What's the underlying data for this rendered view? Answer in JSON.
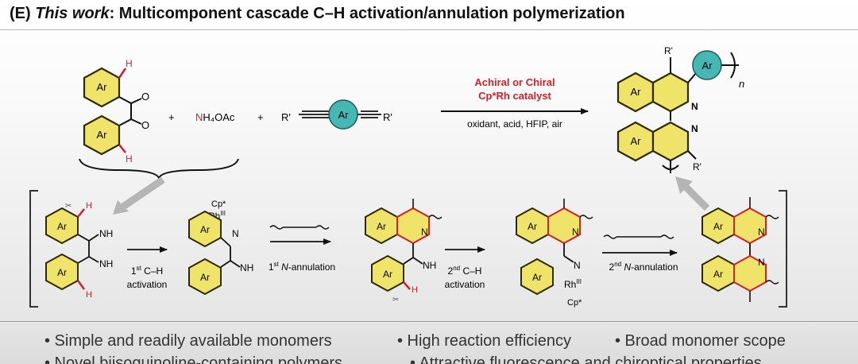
{
  "title": {
    "prefix": "(E) ",
    "italic": "This work",
    "rest": ": Multicomponent cascade C–H activation/annulation polymerization"
  },
  "reaction": {
    "reagent_ammonium_N": "N",
    "reagent_ammonium_rest": "H₄OAc",
    "plus1": "+",
    "plus2": "+",
    "catalyst_line1": "Achiral or Chiral",
    "catalyst_line2": "Cp*Rh catalyst",
    "conditions": "oxidant, acid, HFIP, air",
    "substituent": "R'",
    "repeat_n": "n"
  },
  "labels": {
    "ar": "Ar",
    "h": "H",
    "o": "O",
    "n": "N",
    "nh": "NH",
    "cp": "Cp*",
    "rh": "Rh",
    "rh_ox": "III"
  },
  "mechanism": {
    "step1_a": "1",
    "step1_sup": "st",
    "step1_b": " C–H",
    "step1_c": "activation",
    "step2_a": "1",
    "step2_sup": "st",
    "step2_b": " ",
    "step2_c": "N",
    "step2_d": "-annulation",
    "step3_a": "2",
    "step3_sup": "nd",
    "step3_b": " C–H",
    "step3_c": "activation",
    "step4_a": "2",
    "step4_sup": "nd",
    "step4_b": " ",
    "step4_c": "N",
    "step4_d": "-annulation"
  },
  "bullets": [
    "• Simple and readily available monomers",
    "• High reaction efficiency",
    "• Broad monomer scope",
    "• Novel biisoquinoline-containing polymers",
    "• Attractive fluorescence and chiroptical properties"
  ],
  "colors": {
    "ring_fill": "#efe36a",
    "ring_stroke": "#3b3400",
    "accent_red": "#d31f26",
    "teal": "#46b7b5",
    "arrow_gray": "#b5b5b5"
  }
}
